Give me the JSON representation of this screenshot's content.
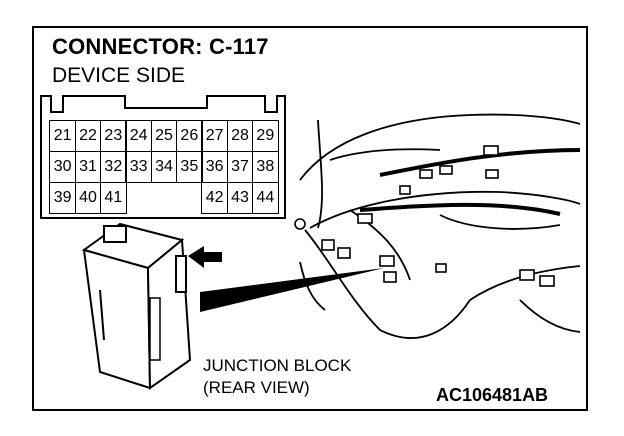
{
  "header": {
    "title": "CONNECTOR: C-117",
    "subtitle": "DEVICE SIDE"
  },
  "connector_pins": [
    [
      "21",
      "22",
      "23",
      "24",
      "25",
      "26",
      "27",
      "28",
      "29"
    ],
    [
      "30",
      "31",
      "32",
      "33",
      "34",
      "35",
      "36",
      "37",
      "38"
    ],
    [
      "39",
      "40",
      "41",
      "",
      "",
      "",
      "42",
      "43",
      "44"
    ]
  ],
  "caption": {
    "line1": "JUNCTION BLOCK",
    "line2": "(REAR VIEW)"
  },
  "figure_code": "AC106481AB"
}
